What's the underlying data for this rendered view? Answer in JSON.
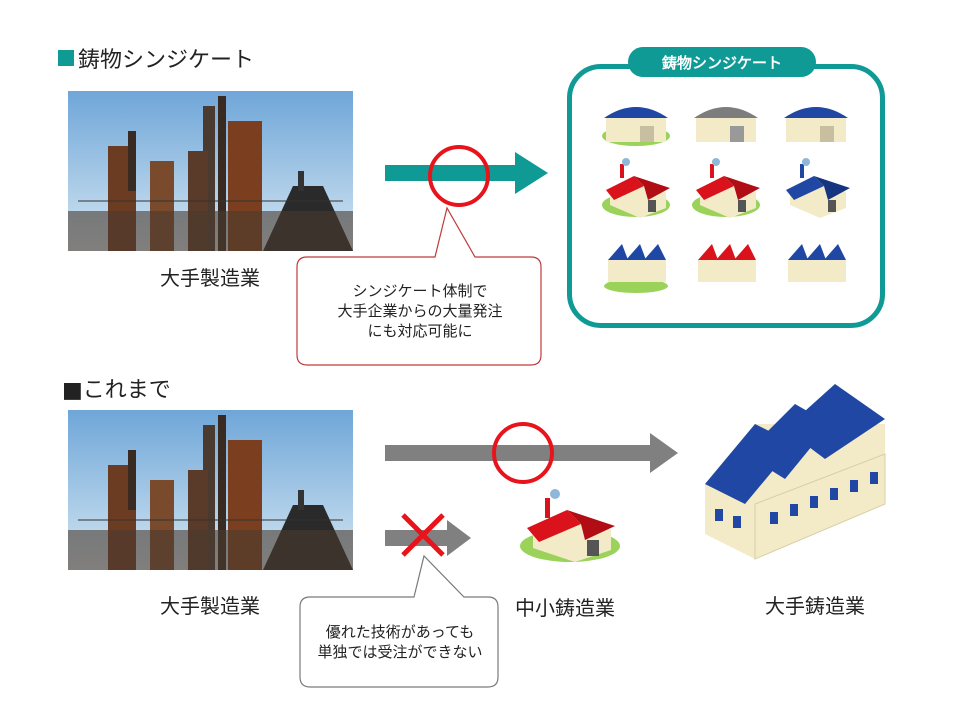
{
  "colors": {
    "teal": "#0f9a96",
    "gray_arrow": "#808080",
    "red": "#e8141b",
    "blue_roof": "#1f47a3",
    "red_roof": "#d9121b"
  },
  "section1": {
    "heading": "鋳物シンジケート",
    "heading_square_color": "#0f9a96"
  },
  "section2": {
    "heading": "■これまで"
  },
  "photo_top": {
    "caption": "大手製造業",
    "icon": "steel-plant-photo"
  },
  "photo_bottom": {
    "caption": "大手製造業",
    "icon": "steel-plant-photo"
  },
  "syndicate_box": {
    "tag": "鋳物シンジケート",
    "factories_count_text": ""
  },
  "callout_top": {
    "line1": "シンジケート体制で",
    "line2": "大手企業からの大量発注",
    "line3": "にも対応可能に"
  },
  "callout_bottom": {
    "line1": "優れた技術があっても",
    "line2": "単独では受注ができない"
  },
  "small_foundry": {
    "label": "中小鋳造業"
  },
  "large_foundry": {
    "label": "大手鋳造業"
  }
}
